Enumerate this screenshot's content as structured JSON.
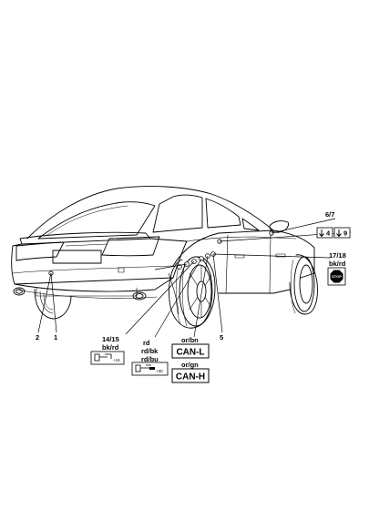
{
  "labels": {
    "c67": "6/7",
    "c1718": "17/18",
    "c1718_color": "bk/rd",
    "c1415": "14/15",
    "c1415_color": "bk/rd",
    "c_rd": "rd",
    "c_rdbk": "rd/bk",
    "c_rdbu": "rd/bu",
    "c_orbn": "or/bn",
    "c_orgn": "or/gn",
    "c2": "2",
    "c1": "1",
    "c5": "5"
  },
  "badges": {
    "can_l": "CAN-L",
    "can_h": "CAN-H",
    "stop_text": "STOP",
    "arrow4": "4",
    "arrow9": "9",
    "plus15": "+15",
    "plus30": "+30"
  },
  "icons": [
    "stop-sign-icon",
    "down-arrow-icon",
    "wire-connector-icon"
  ]
}
